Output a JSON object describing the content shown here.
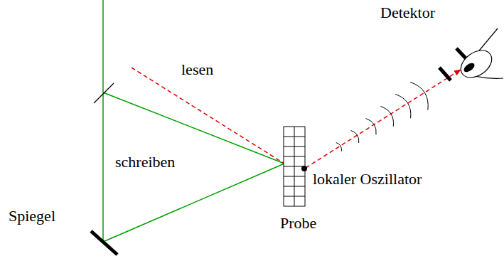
{
  "diagram": {
    "labels": [
      "Detektor",
      "lesen",
      "schreiben",
      "lokaler Oszillator",
      "Spiegel",
      "Probe"
    ]
  }
}
